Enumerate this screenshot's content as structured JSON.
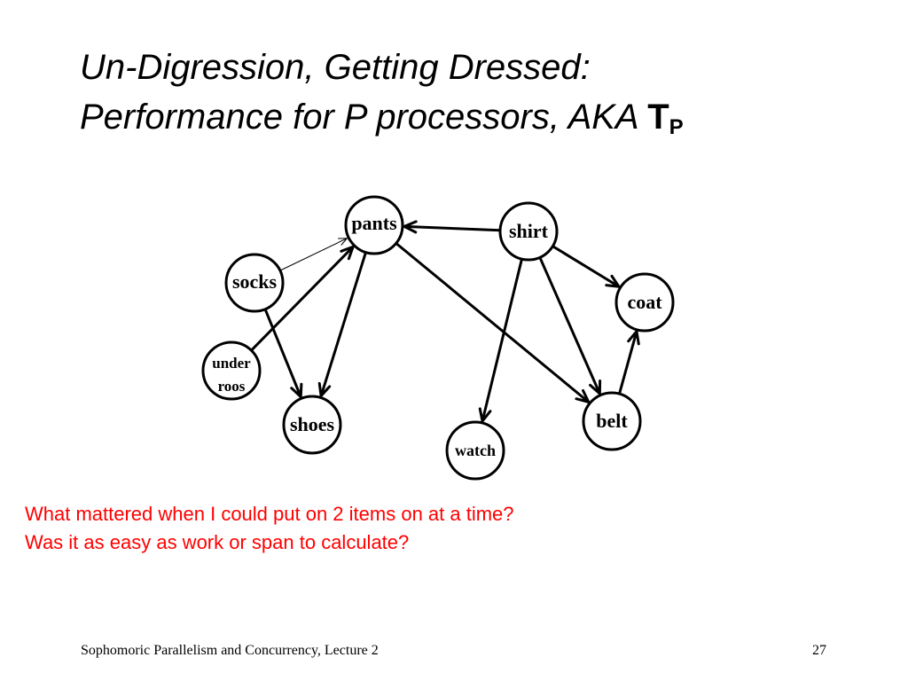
{
  "title": {
    "line1": "Un-Digression, Getting Dressed:",
    "line2": "Performance for P processors, AKA ",
    "symbol": "T",
    "subscript": "P"
  },
  "diagram": {
    "nodes": [
      {
        "id": "pants",
        "label": "pants"
      },
      {
        "id": "shirt",
        "label": "shirt"
      },
      {
        "id": "socks",
        "label": "socks"
      },
      {
        "id": "coat",
        "label": "coat"
      },
      {
        "id": "underroos",
        "label": "under",
        "label2": "roos"
      },
      {
        "id": "shoes",
        "label": "shoes"
      },
      {
        "id": "watch",
        "label": "watch"
      },
      {
        "id": "belt",
        "label": "belt"
      }
    ],
    "edges": [
      {
        "from": "shirt",
        "to": "pants"
      },
      {
        "from": "shirt",
        "to": "coat"
      },
      {
        "from": "shirt",
        "to": "watch"
      },
      {
        "from": "shirt",
        "to": "belt"
      },
      {
        "from": "belt",
        "to": "coat"
      },
      {
        "from": "pants",
        "to": "belt"
      },
      {
        "from": "pants",
        "to": "shoes"
      },
      {
        "from": "underroos",
        "to": "pants"
      },
      {
        "from": "socks",
        "to": "shoes"
      },
      {
        "from": "socks",
        "to": "pants",
        "style": "thin"
      }
    ]
  },
  "question": {
    "line1": "What mattered when I could put on 2 items on at a time?",
    "line2": "Was it as easy as work or span to calculate?"
  },
  "footer": {
    "course": "Sophomoric Parallelism and Concurrency, Lecture 2",
    "page": "27"
  },
  "colors": {
    "question_text": "#ff0000",
    "node_stroke": "#000000"
  }
}
